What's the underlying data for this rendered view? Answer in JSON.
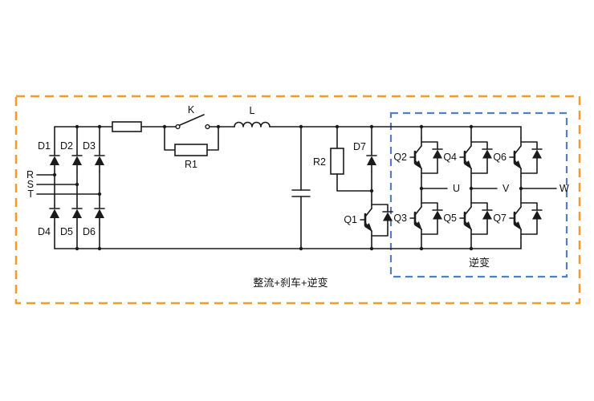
{
  "diagram": {
    "captions": {
      "overall": "整流+刹车+逆变",
      "inverter": "逆变"
    },
    "colors": {
      "outer_box": "#F59B2B",
      "inverter_box": "#4F7FC9",
      "wire": "#1A1A1A"
    },
    "components": {
      "switch_k": "K",
      "inductor_l": "L",
      "r1": "R1",
      "r2": "R2",
      "d1": "D1",
      "d2": "D2",
      "d3": "D3",
      "d4": "D4",
      "d5": "D5",
      "d6": "D6",
      "d7": "D7",
      "q1": "Q1",
      "q2": "Q2",
      "q3": "Q3",
      "q4": "Q4",
      "q5": "Q5",
      "q6": "Q6",
      "q7": "Q7"
    },
    "input_phases": {
      "r": "R",
      "s": "S",
      "t": "T"
    },
    "output_phases": {
      "u": "U",
      "v": "V",
      "w": "W"
    }
  }
}
